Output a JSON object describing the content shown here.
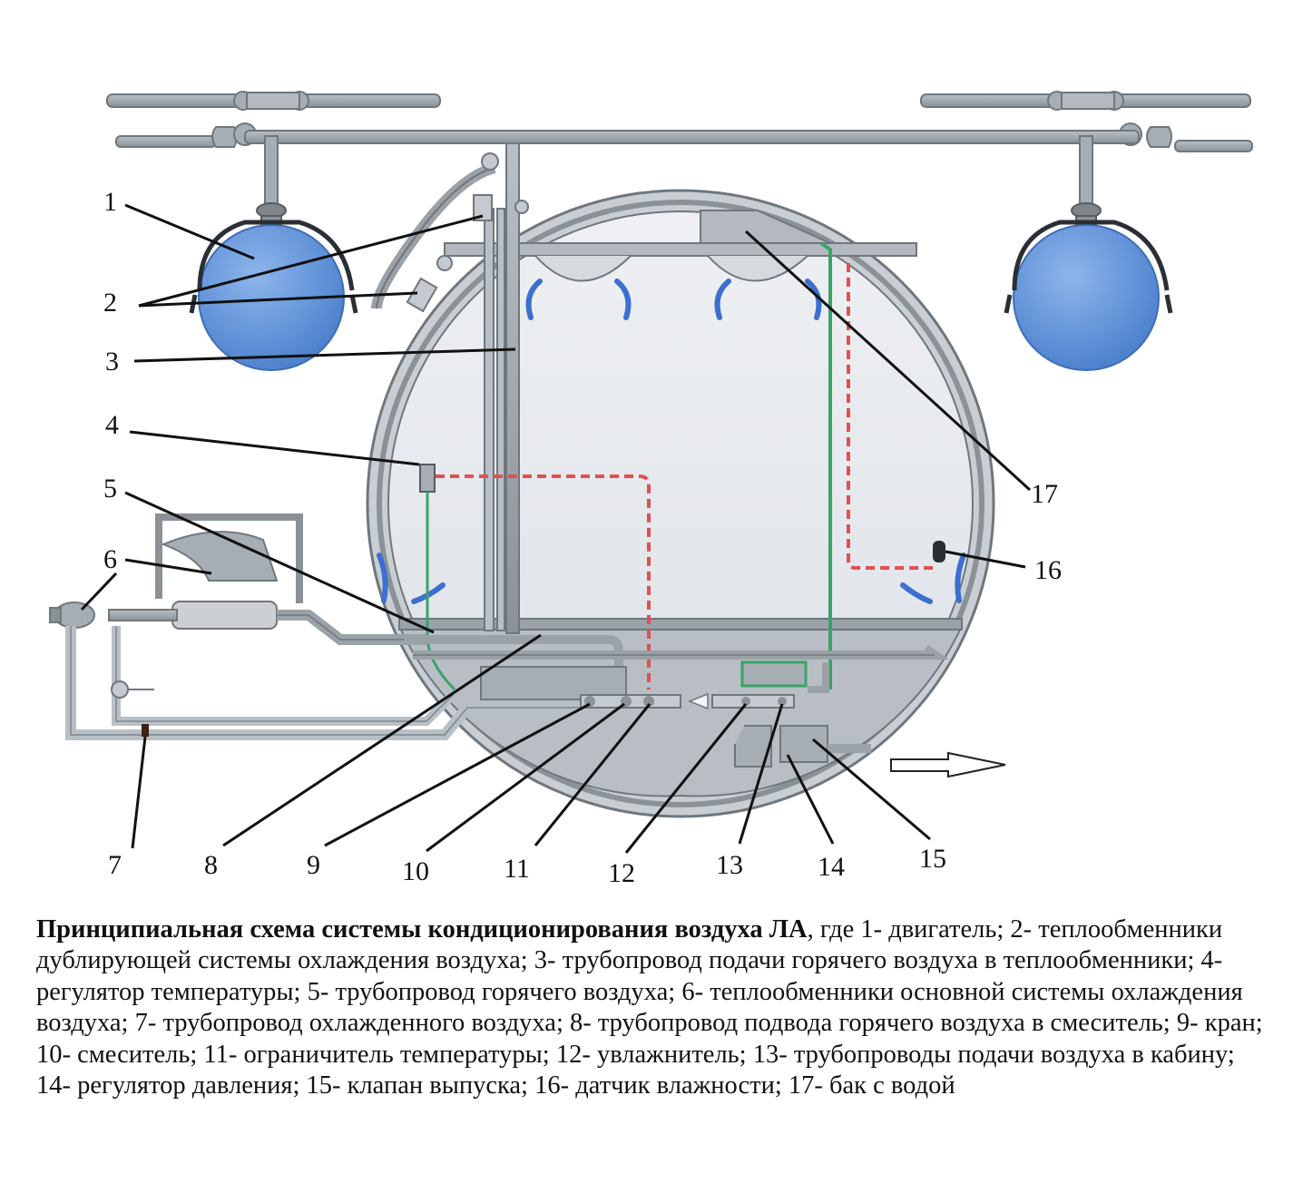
{
  "labels": {
    "n1": "1",
    "n2": "2",
    "n3": "3",
    "n4": "4",
    "n5": "5",
    "n6": "6",
    "n7": "7",
    "n8": "8",
    "n9": "9",
    "n10": "10",
    "n11": "11",
    "n12": "12",
    "n13": "13",
    "n14": "14",
    "n15": "15",
    "n16": "16",
    "n17": "17"
  },
  "caption": {
    "title": "Принципиальная схема системы кондиционирования воздуха ЛА",
    "body": ", где 1- двигатель; 2- теплообменники дублирующей системы охлаждения воздуха; 3- трубопровод подачи горячего воздуха в теплообменники; 4- регулятор температуры; 5- трубопровод горячего воздуха; 6- теплообменники основной системы охлаждения воздуха;  7- трубопровод охлажденного воздуха; 8- трубопровод подвода горячего воздуха в смеситель; 9- кран; 10- смеситель; 11- ограничитель температуры; 12- увлажнитель; 13- трубопроводы подачи воздуха в кабину; 14- регулятор давления; 15- клапан выпуска; 16- датчик влажности; 17- бак с водой"
  },
  "colors": {
    "pipe": "#9aa2a8",
    "pipe_dark": "#6f777d",
    "engine": "#5b8fd6",
    "cabin": "#e8ebef",
    "hot_line": "#e05050",
    "green_line": "#3aa36a",
    "air_flow": "#3b6fd0"
  }
}
